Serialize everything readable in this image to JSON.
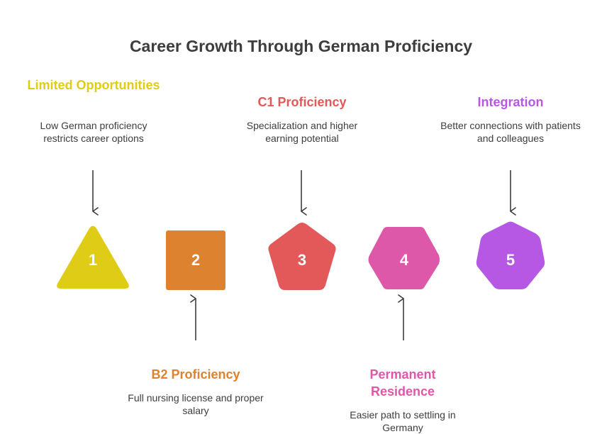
{
  "title": "Career Growth Through German Proficiency",
  "steps": [
    {
      "number": "1",
      "title": "Limited Opportunities",
      "description": "Low German proficiency restricts career options",
      "shape": "triangle",
      "color": "#dfcc16"
    },
    {
      "number": "2",
      "title": "B2 Proficiency",
      "description": "Full nursing license and proper salary",
      "shape": "square",
      "color": "#dd822e"
    },
    {
      "number": "3",
      "title": "C1 Proficiency",
      "description": "Specialization and higher earning potential",
      "shape": "pentagon",
      "color": "#e35858"
    },
    {
      "number": "4",
      "title": "Permanent Residence",
      "description": "Easier path to settling in Germany",
      "shape": "hexagon",
      "color": "#dd58a8"
    },
    {
      "number": "5",
      "title": "Integration",
      "description": "Better connections with patients and colleagues",
      "shape": "heptagon",
      "color": "#b658e3"
    }
  ]
}
